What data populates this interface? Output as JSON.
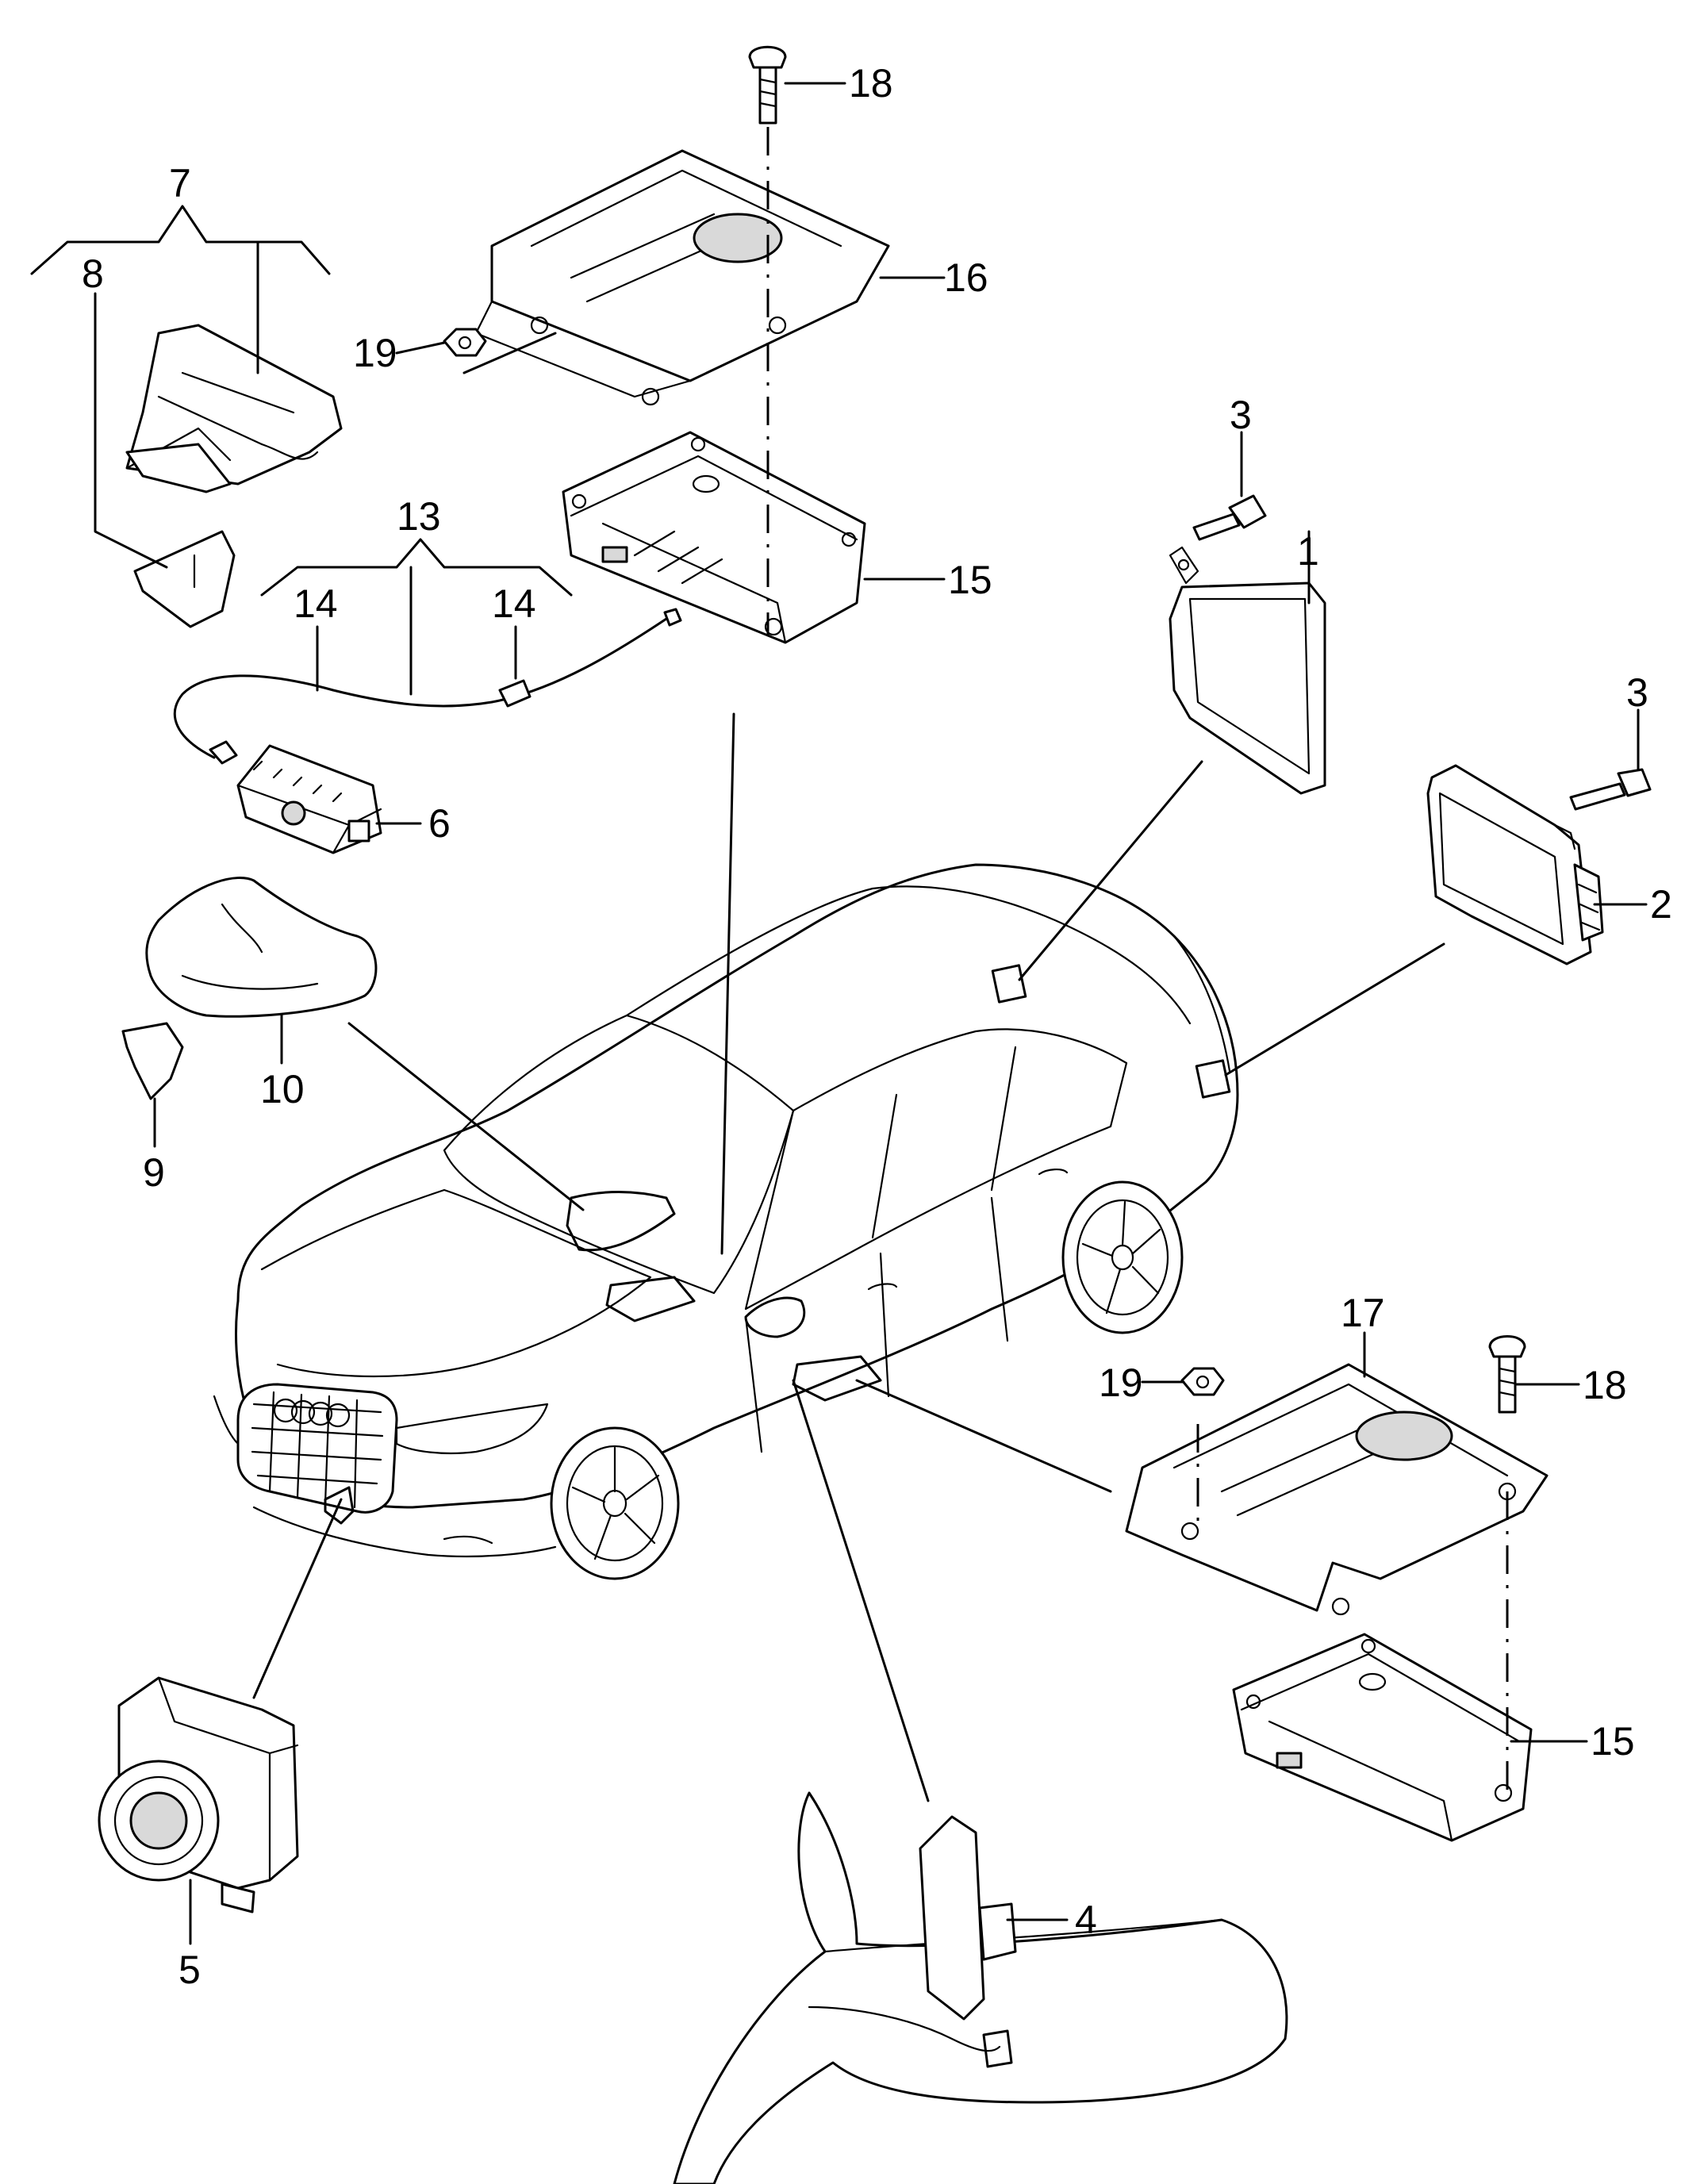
{
  "callouts": [
    {
      "key": "p1",
      "label": "1"
    },
    {
      "key": "p2",
      "label": "2"
    },
    {
      "key": "p3a",
      "label": "3"
    },
    {
      "key": "p3b",
      "label": "3"
    },
    {
      "key": "p4",
      "label": "4"
    },
    {
      "key": "p5",
      "label": "5"
    },
    {
      "key": "p6",
      "label": "6"
    },
    {
      "key": "p7",
      "label": "7"
    },
    {
      "key": "p8",
      "label": "8"
    },
    {
      "key": "p9",
      "label": "9"
    },
    {
      "key": "p10",
      "label": "10"
    },
    {
      "key": "p13",
      "label": "13"
    },
    {
      "key": "p14a",
      "label": "14"
    },
    {
      "key": "p14b",
      "label": "14"
    },
    {
      "key": "p15a",
      "label": "15"
    },
    {
      "key": "p15b",
      "label": "15"
    },
    {
      "key": "p16",
      "label": "16"
    },
    {
      "key": "p17",
      "label": "17"
    },
    {
      "key": "p18a",
      "label": "18"
    },
    {
      "key": "p18b",
      "label": "18"
    },
    {
      "key": "p19a",
      "label": "19"
    },
    {
      "key": "p19b",
      "label": "19"
    }
  ],
  "icons": {
    "vehicle": "sedan-car-illustration",
    "camera": "front-camera-icon",
    "mirror": "side-mirror-icon"
  }
}
